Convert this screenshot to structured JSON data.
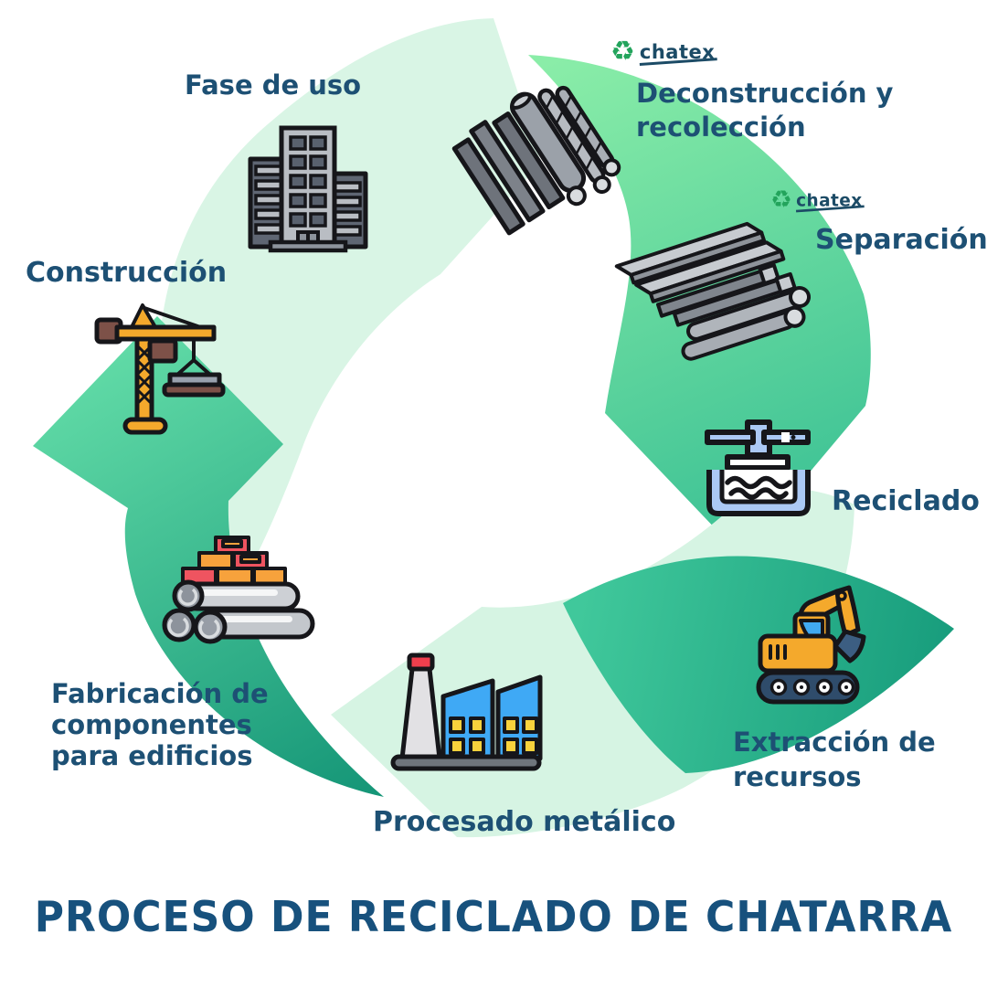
{
  "title": "PROCESO DE RECICLADO DE CHATARRA",
  "brand": {
    "name": "chatex",
    "icon_glyph": "♻",
    "icon_color": "#23a45c",
    "text_color": "#1c4b66"
  },
  "colors": {
    "label_text": "#1d5074",
    "title_text": "#17517d",
    "pale_arrow": "#d9f5e5",
    "green_arrow_light": "#8aeda8",
    "green_arrow_dark": "#3dc295",
    "teal_swoosh": "#179c7c",
    "background": "#ffffff"
  },
  "cycle_direction": "clockwise",
  "stages": {
    "fase_uso": {
      "label": "Fase de uso",
      "icon": "buildings"
    },
    "deconstruccion": {
      "line1": "Deconstrucción y",
      "line2": "recolección",
      "icon": "scrap-metal-pile"
    },
    "separacion": {
      "label": "Separación",
      "icon": "metal-stock"
    },
    "reciclado": {
      "label": "Reciclado",
      "icon": "melting-vat"
    },
    "extraccion": {
      "line1": "Extracción de",
      "line2": "recursos",
      "icon": "excavator"
    },
    "procesado": {
      "label": "Procesado metálico",
      "icon": "factory"
    },
    "fabricacion": {
      "line1": "Fabricación de",
      "line2": "componentes",
      "line3": "para edificios",
      "icon": "pipes-and-bricks"
    },
    "construccion": {
      "label": "Construcción",
      "icon": "tower-crane"
    }
  }
}
